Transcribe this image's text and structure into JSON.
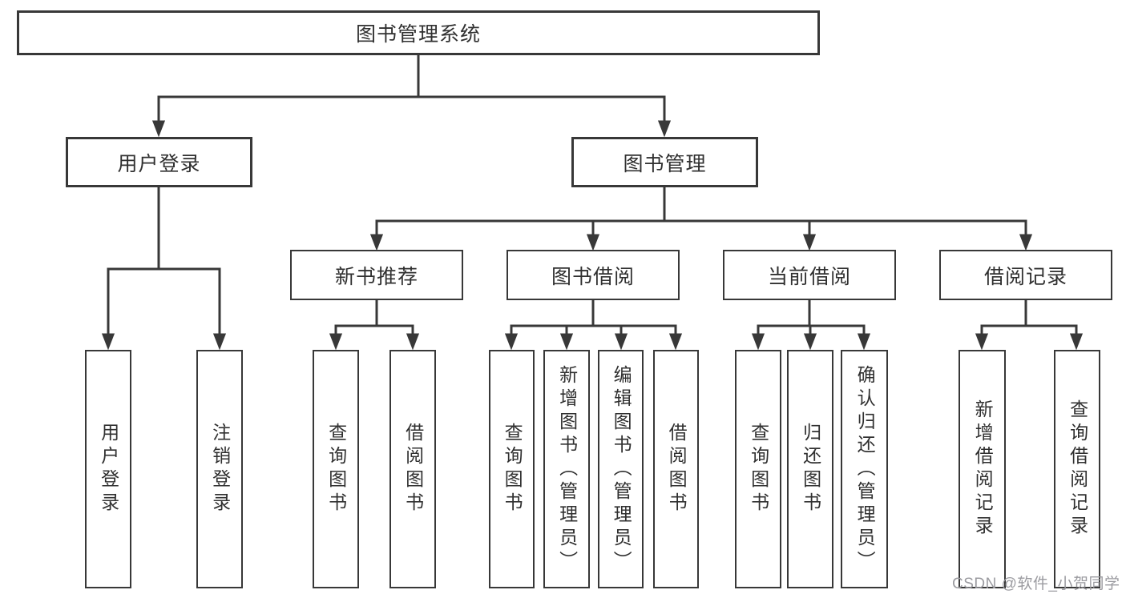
{
  "colors": {
    "background": "#ffffff",
    "line": "#383838",
    "box_border": "#383838",
    "text": "#303030",
    "watermark": "#9b9ba0"
  },
  "watermark": {
    "text": "CSDN @软件_小贺同学"
  },
  "tree": {
    "label": "图书管理系统",
    "children": [
      {
        "label": "用户登录",
        "children": [
          {
            "label": "用户登录"
          },
          {
            "label": "注销登录"
          }
        ]
      },
      {
        "label": "图书管理",
        "children": [
          {
            "label": "新书推荐",
            "children": [
              {
                "label": "查询图书"
              },
              {
                "label": "借阅图书"
              }
            ]
          },
          {
            "label": "图书借阅",
            "children": [
              {
                "label": "查询图书"
              },
              {
                "label": "新增图书（管理员）"
              },
              {
                "label": "编辑图书（管理员）"
              },
              {
                "label": "借阅图书"
              }
            ]
          },
          {
            "label": "当前借阅",
            "children": [
              {
                "label": "查询图书"
              },
              {
                "label": "归还图书"
              },
              {
                "label": "确认归还（管理员）"
              }
            ]
          },
          {
            "label": "借阅记录",
            "children": [
              {
                "label": "新增借阅记录"
              },
              {
                "label": "查询借阅记录"
              }
            ]
          }
        ]
      }
    ]
  }
}
